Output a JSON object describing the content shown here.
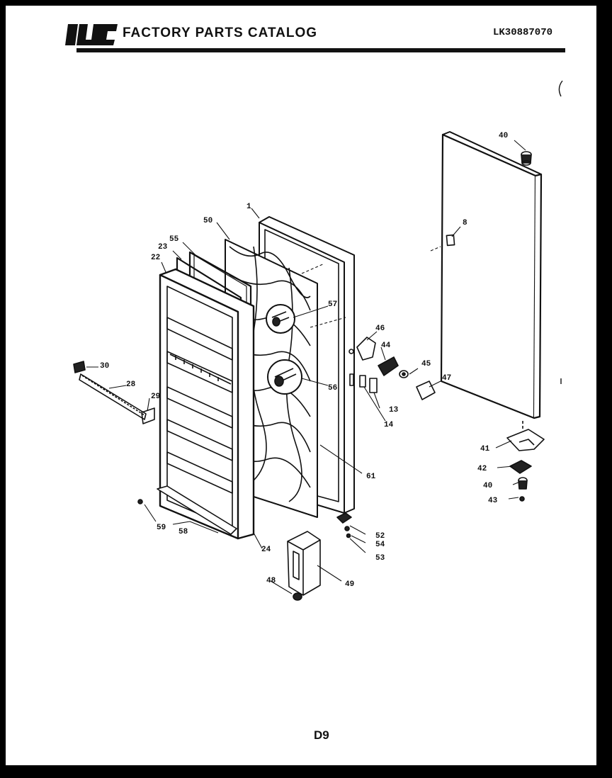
{
  "header": {
    "brand_title": "FACTORY PARTS CATALOG",
    "model_code": "LK30887070"
  },
  "footer": {
    "page_label": "D9"
  },
  "callouts": [
    "1",
    "50",
    "55",
    "23",
    "22",
    "57",
    "56",
    "46",
    "44",
    "45",
    "47",
    "13",
    "14",
    "30",
    "28",
    "29",
    "61",
    "59",
    "58",
    "24",
    "52",
    "54",
    "53",
    "48",
    "49",
    "40",
    "8",
    "41",
    "42",
    "43"
  ]
}
